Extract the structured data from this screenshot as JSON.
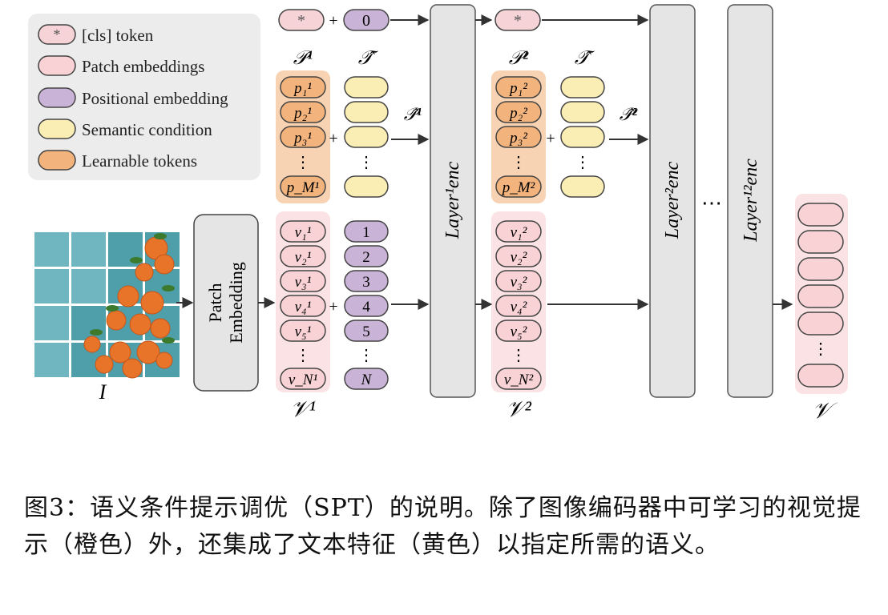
{
  "legend": {
    "items": [
      {
        "label": "[cls] token",
        "symbol": "*",
        "color": "#f6d3d6"
      },
      {
        "label": "Patch embeddings",
        "color": "#f9d2d5"
      },
      {
        "label": "Positional embedding",
        "color": "#c9b3d6"
      },
      {
        "label": "Semantic condition",
        "color": "#fbeeb5"
      },
      {
        "label": "Learnable tokens",
        "color": "#f3b37c"
      }
    ]
  },
  "colors": {
    "patch_bg": "#fbe3e5",
    "learnable_bg": "#f8d3b3",
    "layer_fill": "#e5e5e5",
    "layer_stroke": "#555555",
    "arrow": "#333333"
  },
  "tokens": {
    "cls_symbol": "*",
    "pos_zero": "0",
    "pos_labels": [
      "1",
      "2",
      "3",
      "4",
      "5",
      "⋮",
      "N"
    ],
    "p1_labels": [
      "p₁¹",
      "p₂¹",
      "p₃¹",
      "⋮",
      "p_M¹"
    ],
    "p2_labels": [
      "p₁²",
      "p₂²",
      "p₃²",
      "⋮",
      "p_M²"
    ],
    "v1_labels": [
      "v₁¹",
      "v₂¹",
      "v₃¹",
      "v₄¹",
      "v₅¹",
      "⋮",
      "v_N¹"
    ],
    "v2_labels": [
      "v₁²",
      "v₂²",
      "v₃²",
      "v₄²",
      "v₅²",
      "⋮",
      "v_N²"
    ]
  },
  "labels": {
    "P1": "𝒫¹",
    "T_hat_1": "𝒯̂",
    "P_hat_1": "𝒫̂¹",
    "P2": "𝒫²",
    "T_hat_2": "𝒯̂",
    "P_hat_2": "𝒫̂²",
    "V1": "𝒱¹",
    "V2": "𝒱²",
    "V": "𝒱",
    "I": "I",
    "patch_embedding_line1": "Patch",
    "patch_embedding_line2": "Embedding",
    "layer1": "Layer¹enc",
    "layer2": "Layer²enc",
    "layer12": "Layer¹²enc",
    "ellipsis": "⋯",
    "plus": "+"
  },
  "caption": "图3：语义条件提示调优（SPT）的说明。除了图像编码器中可学习的视觉提示（橙色）外，还集成了文本特征（黄色）以指定所需的语义。"
}
